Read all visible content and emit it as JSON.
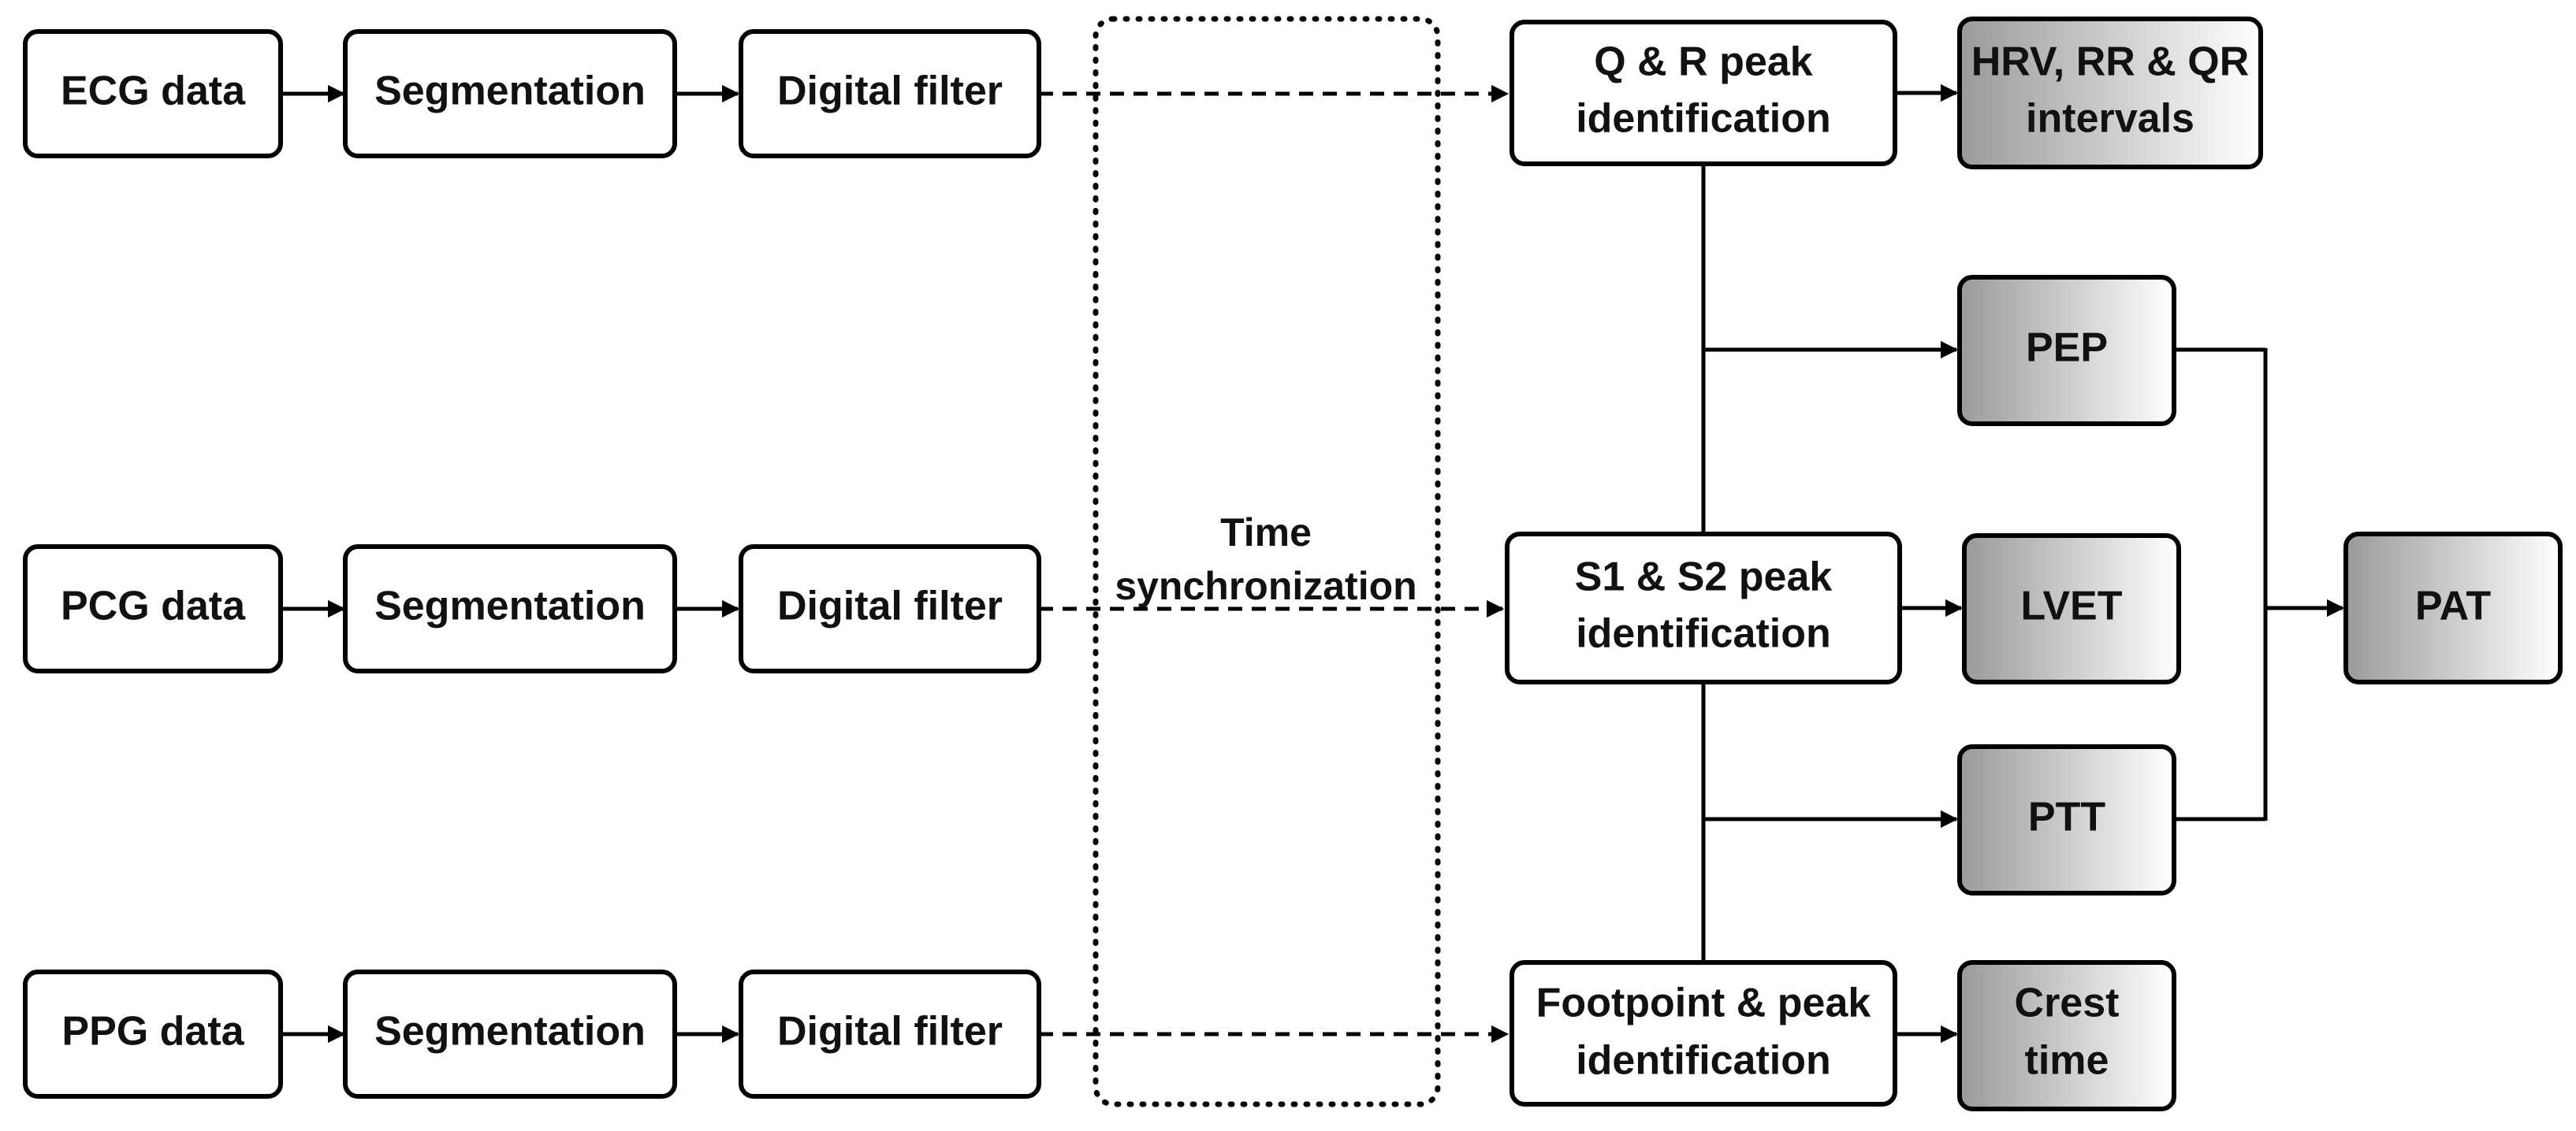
{
  "diagram": {
    "inputs": {
      "ecg": "ECG data",
      "pcg": "PCG data",
      "ppg": "PPG data"
    },
    "segmentation": "Segmentation",
    "digital_filter": "Digital filter",
    "sync": [
      "Time",
      "synchronization"
    ],
    "identification": {
      "qr": [
        "Q & R peak",
        "identification"
      ],
      "s1s2": [
        "S1 & S2 peak",
        "identification"
      ],
      "foot": [
        "Footpoint & peak",
        "identification"
      ]
    },
    "outputs": {
      "hrv": [
        "HRV, RR & QR",
        "intervals"
      ],
      "pep": "PEP",
      "lvet": "LVET",
      "ptt": "PTT",
      "crest": [
        "Crest",
        "time"
      ],
      "pat": "PAT"
    }
  }
}
